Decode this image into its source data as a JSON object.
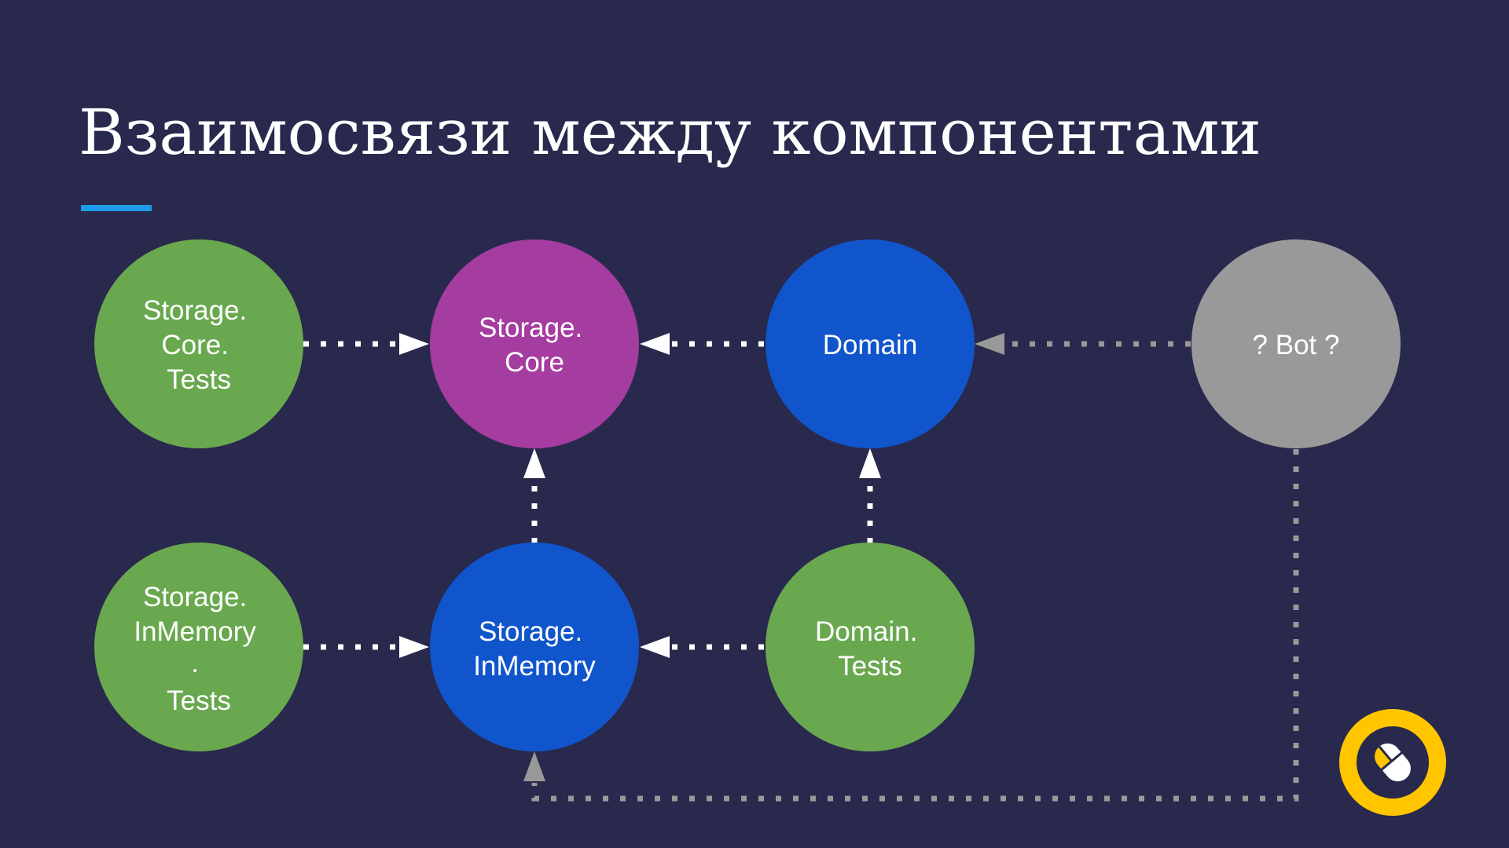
{
  "title": "Взаимосвязи между компонентами",
  "colors": {
    "background": "#29284d",
    "accent_underline": "#1e9be8",
    "test_node": "#69a84f",
    "core_node": "#a53ca0",
    "impl_node": "#1155cc",
    "unknown_node": "#999999",
    "arrow_solid": "#ffffff",
    "arrow_gray": "#999999",
    "logo_ring": "#ffc600"
  },
  "nodes": {
    "storage_core_tests": [
      "Storage.",
      "Core.",
      "Tests"
    ],
    "storage_core": [
      "Storage.",
      "Core"
    ],
    "domain": [
      "Domain"
    ],
    "bot": [
      "? Bot ?"
    ],
    "storage_inmemory_tests": [
      "Storage.",
      "InMemory",
      ".",
      "Tests"
    ],
    "storage_inmemory": [
      "Storage.",
      "InMemory"
    ],
    "domain_tests": [
      "Domain.",
      "Tests"
    ]
  },
  "logo_icon": "mouse-icon"
}
